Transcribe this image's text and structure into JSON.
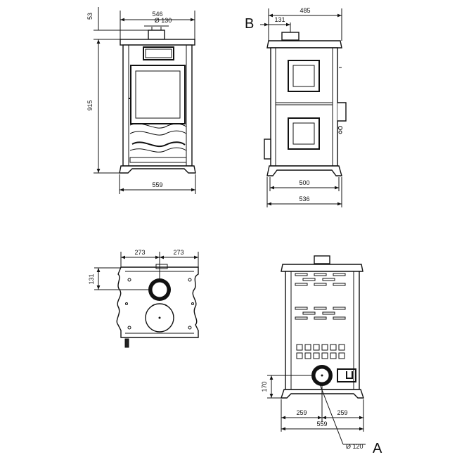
{
  "front_view": {
    "width_top": "546",
    "height_top": "53",
    "flue_diameter": "Ø 130",
    "height": "915",
    "width_base": "559"
  },
  "side_view": {
    "label": "B",
    "offset": "131",
    "depth_top": "485",
    "depth_base_inner": "500",
    "depth_base": "536"
  },
  "top_view": {
    "half_left": "273",
    "half_right": "273",
    "offset": "131"
  },
  "rear_view": {
    "label": "A",
    "height_outlet": "170",
    "half_left": "259",
    "half_right": "259",
    "width": "559",
    "outlet_diameter": "Ø 120"
  },
  "colors": {
    "line": "#111111",
    "background": "#ffffff"
  }
}
